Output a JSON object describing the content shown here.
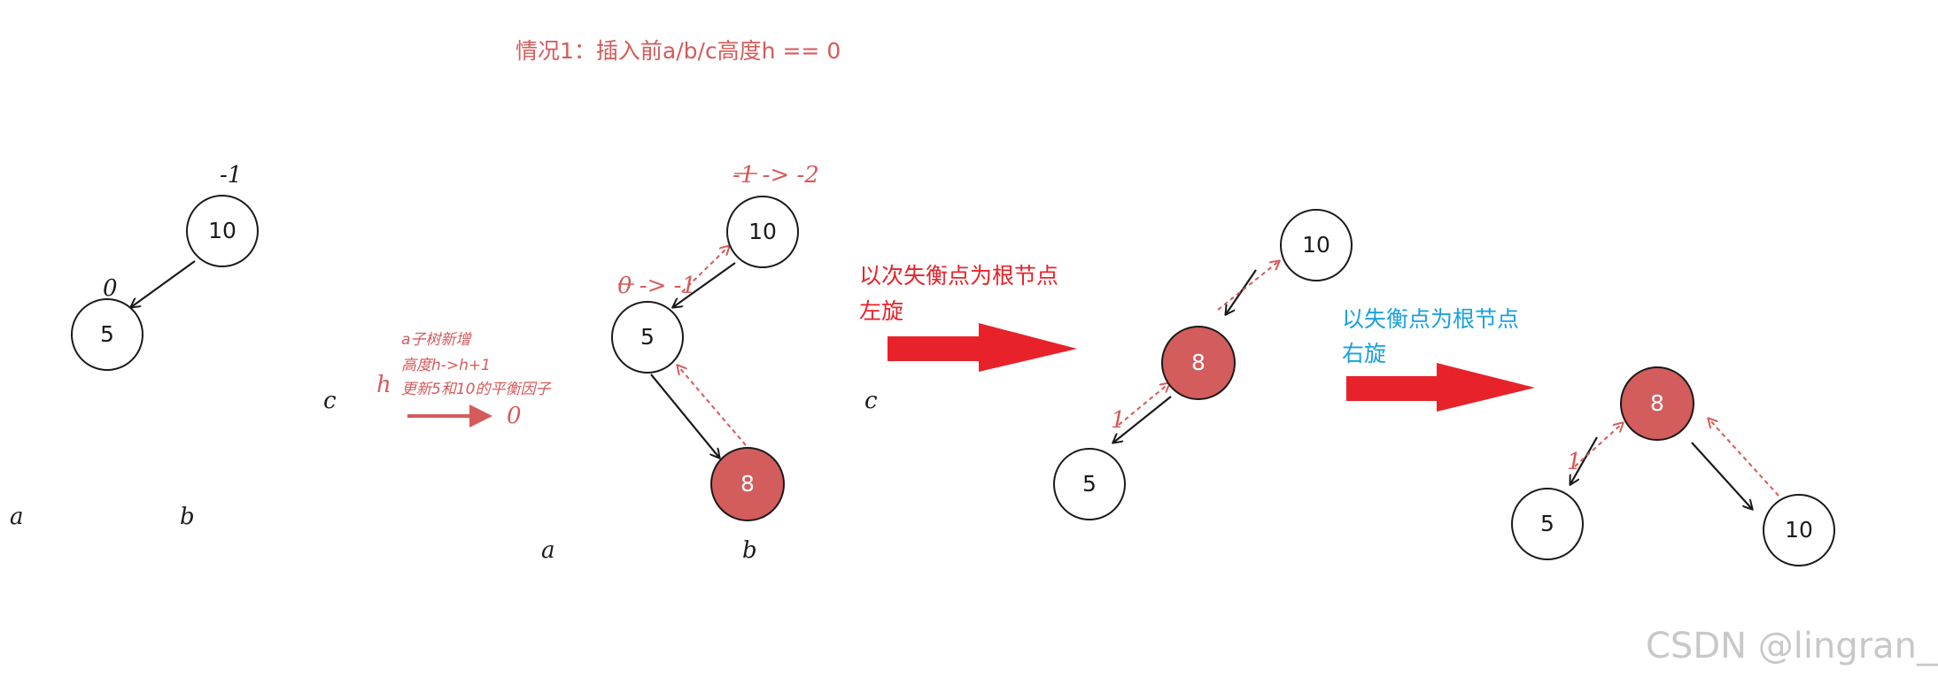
{
  "title": "情况1：插入前a/b/c高度h == 0",
  "tree1": {
    "root": "10",
    "root_bf": "-1",
    "left": "5",
    "left_bf": "0",
    "a": "a",
    "b": "b",
    "c": "c"
  },
  "insert": {
    "line1": "a子树新增",
    "line2": "高度h->h+1",
    "line3": "更新5和10的平衡因子",
    "h": "h",
    "zero": "0"
  },
  "tree2": {
    "root": "10",
    "root_bf": "-1 -> -2",
    "left": "5",
    "left_bf": "0 -> -1",
    "new": "8",
    "a": "a",
    "b": "b",
    "c": "c"
  },
  "step1": {
    "line1": "以次失衡点为根节点",
    "line2": "左旋",
    "color": "#e8222a"
  },
  "tree3": {
    "root": "10",
    "mid": "8",
    "mid_bf": "1",
    "leaf": "5"
  },
  "step2": {
    "line1": "以失衡点为根节点",
    "line2": "右旋",
    "color": "#1aa0e0"
  },
  "tree4": {
    "root": "8",
    "left": "5",
    "left_bf": "1",
    "right": "10"
  },
  "watermark": "CSDN @lingran__"
}
